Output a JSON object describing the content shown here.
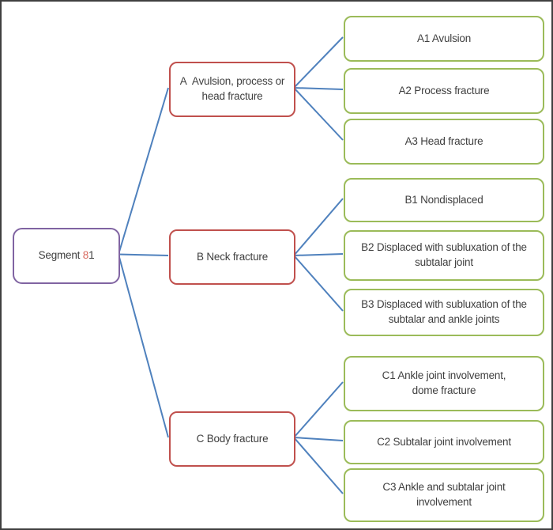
{
  "colors": {
    "frame_border": "#3f3f3f",
    "root_border": "#8064A2",
    "branch_border": "#C0504D",
    "leaf_border": "#9BBB59",
    "connector": "#4F81BD",
    "text": "#3F3F3F",
    "highlight": "#D96A5F"
  },
  "tree": {
    "root": {
      "label_prefix": "Segment ",
      "label_highlight": "8",
      "label_suffix": "1"
    },
    "branches": [
      {
        "label": "A  Avulsion, process or\nhead fracture",
        "children": [
          {
            "label": "A1 Avulsion"
          },
          {
            "label": "A2 Process fracture"
          },
          {
            "label": "A3 Head fracture"
          }
        ]
      },
      {
        "label": "B Neck fracture",
        "children": [
          {
            "label": "B1 Nondisplaced"
          },
          {
            "label": "B2 Displaced with subluxation of the\nsubtalar joint"
          },
          {
            "label": "B3 Displaced with subluxation of the\nsubtalar and ankle joints"
          }
        ]
      },
      {
        "label": "C Body fracture",
        "children": [
          {
            "label": "C1 Ankle joint involvement,\ndome fracture"
          },
          {
            "label": "C2 Subtalar joint involvement"
          },
          {
            "label": "C3 Ankle and subtalar joint\ninvolvement"
          }
        ]
      }
    ]
  }
}
